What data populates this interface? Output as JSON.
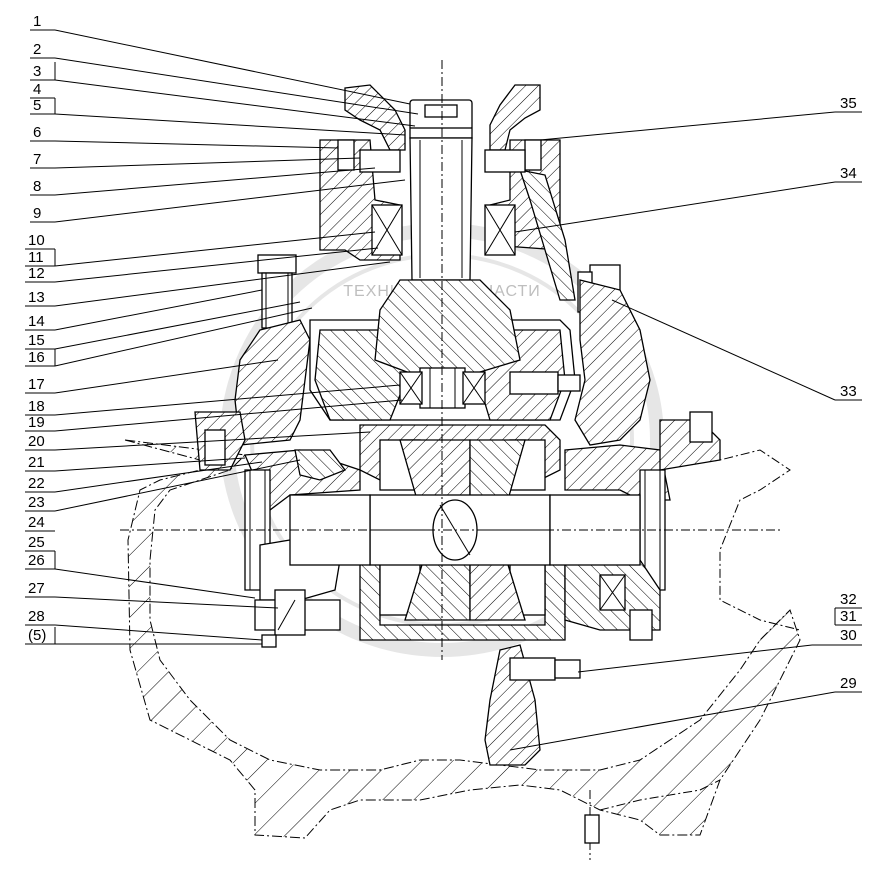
{
  "drawing": {
    "watermark": {
      "text": "ТЕХНИКА И ЗАПЧАСТИ"
    },
    "callouts_left": [
      "1",
      "2",
      "3",
      "4",
      "5",
      "6",
      "7",
      "8",
      "9",
      "10",
      "11",
      "12",
      "13",
      "14",
      "15",
      "16",
      "17",
      "18",
      "19",
      "20",
      "21",
      "22",
      "23",
      "24",
      "25",
      "26",
      "27",
      "28",
      "(5)"
    ],
    "callouts_right": [
      "35",
      "34",
      "33",
      "32",
      "31",
      "30",
      "29"
    ]
  }
}
